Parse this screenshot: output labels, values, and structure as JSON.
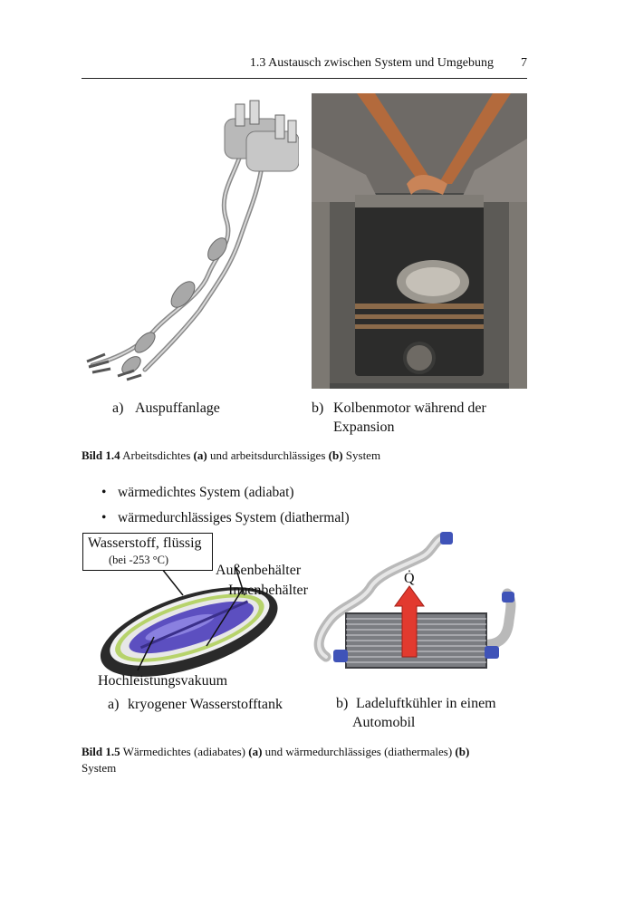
{
  "header": {
    "section_title": "1.3 Austausch zwischen System und Umgebung",
    "page_number": "7"
  },
  "figure_1_4": {
    "sub_a_marker": "a)",
    "sub_a_label": "Auspuffanlage",
    "sub_b_marker": "b)",
    "sub_b_label_line1": "Kolbenmotor während der",
    "sub_b_label_line2": "Expansion",
    "caption_number": "Bild 1.4",
    "caption_text_1": " Arbeitsdichtes ",
    "caption_bold_a": "(a)",
    "caption_text_2": " und arbeitsdurchlässiges ",
    "caption_bold_b": "(b)",
    "caption_text_3": " System"
  },
  "bullets": [
    "wärmedichtes System (adiabat)",
    "wärmedurchlässiges System (diathermal)"
  ],
  "figure_1_5": {
    "tank_box_line1": "Wasserstoff, flüssig",
    "tank_box_line2": "(bei -253 °C)",
    "label_outer": "Außenbehälter",
    "label_inner": "Innenbehälter",
    "label_vacuum": "Hochleistungsvakuum",
    "heat_symbol": "Q̇",
    "sub_a_marker": "a)",
    "sub_a_label": "kryogener Wasserstofftank",
    "sub_b_marker": "b)",
    "sub_b_label_line1": "Ladeluftkühler in einem",
    "sub_b_label_line2": "Automobil",
    "caption_number": "Bild 1.5",
    "caption_text_1": " Wärmedichtes (adiabates) ",
    "caption_bold_a": "(a)",
    "caption_text_2": " und wärmedurchlässiges (diathermales) ",
    "caption_bold_b": "(b)",
    "caption_text_3": "System"
  }
}
